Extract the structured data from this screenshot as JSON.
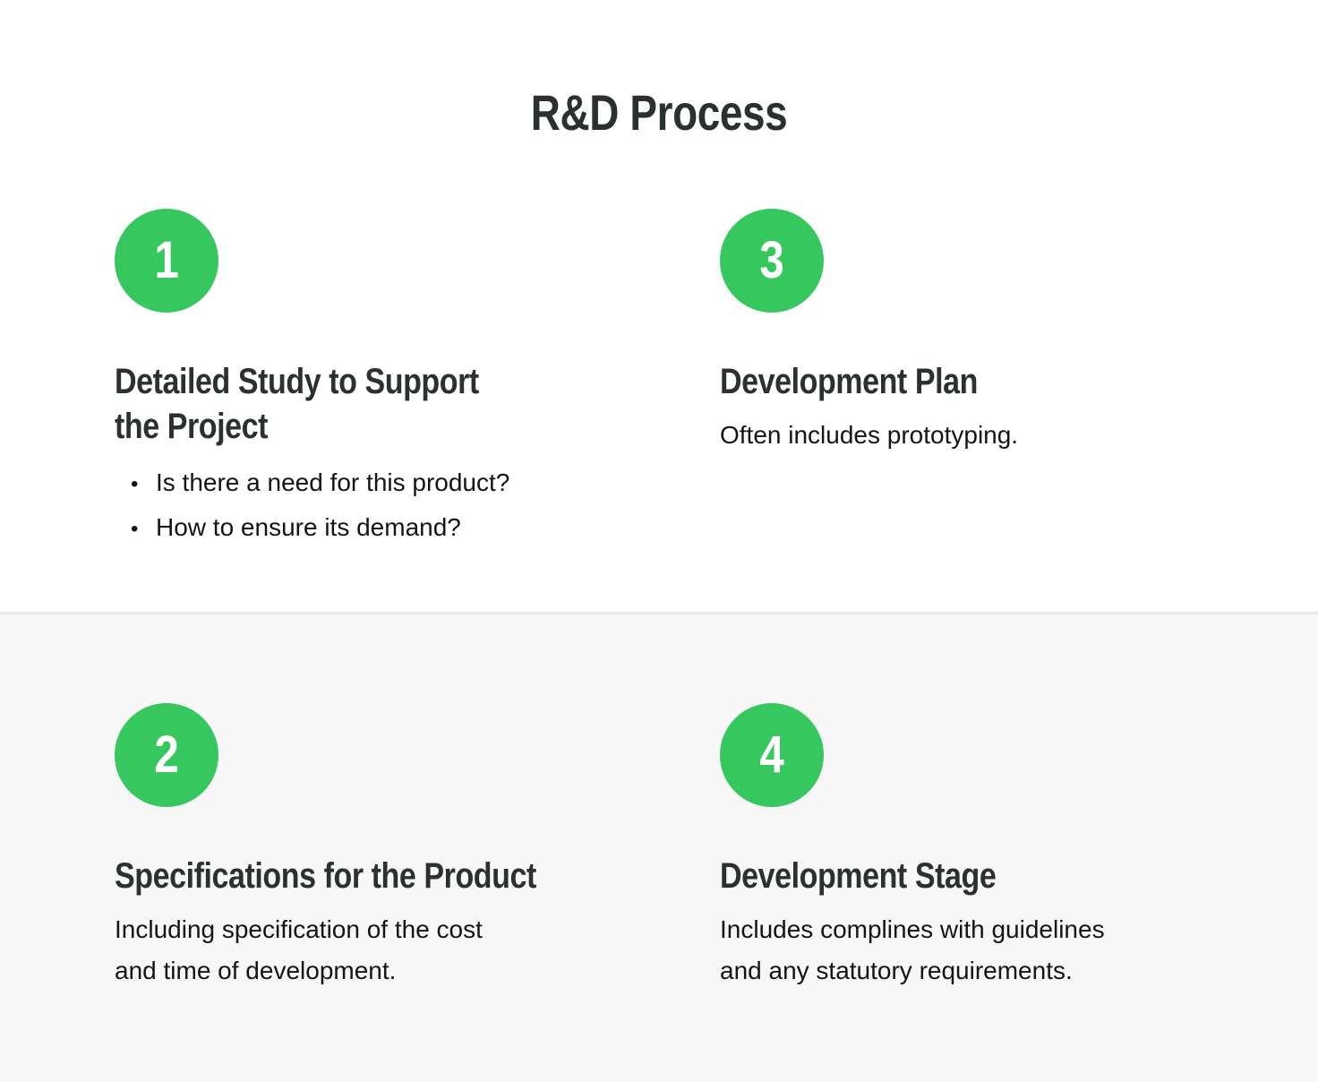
{
  "title": "R&D Process",
  "colors": {
    "accent_green": "#36c75f",
    "heading_text": "#2a312e",
    "body_text": "#141414",
    "bottom_section_background": "#f7f7f7",
    "section_divider": "#e9e9e9"
  },
  "steps": [
    {
      "number": "1",
      "title": "Detailed Study to Support\nthe Project",
      "bullets": [
        "Is there a need for this product?",
        "How to ensure its demand?"
      ]
    },
    {
      "number": "2",
      "title": "Specifications for the Product",
      "description": "Including specification of the cost\nand time of development."
    },
    {
      "number": "3",
      "title": "Development Plan",
      "description": "Often includes prototyping."
    },
    {
      "number": "4",
      "title": "Development Stage",
      "description": "Includes complines with guidelines\nand any statutory requirements."
    }
  ]
}
